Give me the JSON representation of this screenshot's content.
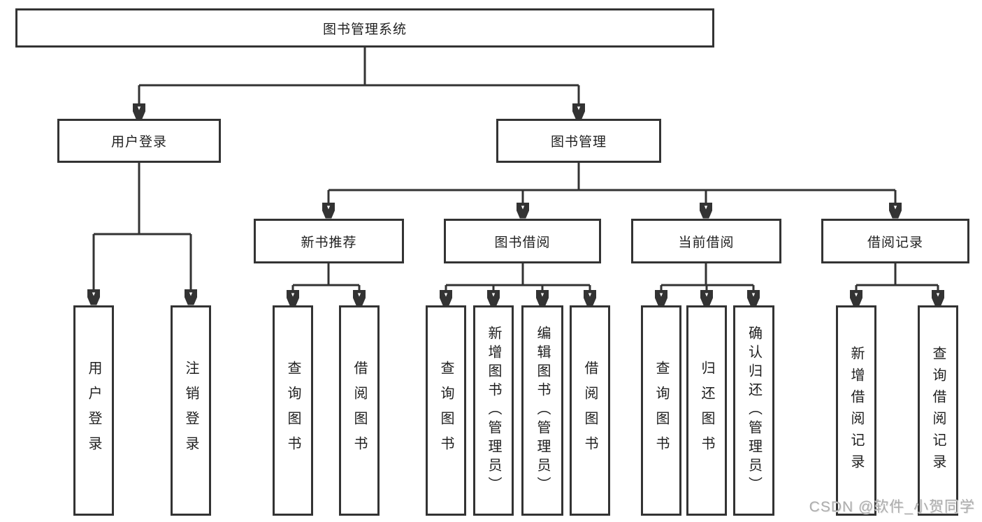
{
  "title": "图书管理系统",
  "watermark": "CSDN @软件_小贺同学",
  "colors": {
    "background": "#ffffff",
    "line": "#333333",
    "border": "#333333",
    "text": "#1f1f1f",
    "watermark": "#adadad"
  },
  "tree": {
    "label": "图书管理系统",
    "children": [
      {
        "label": "用户登录",
        "children": [
          {
            "label": "用户登录"
          },
          {
            "label": "注销登录"
          }
        ]
      },
      {
        "label": "图书管理",
        "children": [
          {
            "label": "新书推荐",
            "children": [
              {
                "label": "查询图书"
              },
              {
                "label": "借阅图书"
              }
            ]
          },
          {
            "label": "图书借阅",
            "children": [
              {
                "label": "查询图书"
              },
              {
                "label": "新增图书（管理员）"
              },
              {
                "label": "编辑图书（管理员）"
              },
              {
                "label": "借阅图书"
              }
            ]
          },
          {
            "label": "当前借阅",
            "children": [
              {
                "label": "查询图书"
              },
              {
                "label": "归还图书"
              },
              {
                "label": "确认归还（管理员）"
              }
            ]
          },
          {
            "label": "借阅记录",
            "children": [
              {
                "label": "新增借阅记录"
              },
              {
                "label": "查询借阅记录"
              }
            ]
          }
        ]
      }
    ]
  }
}
